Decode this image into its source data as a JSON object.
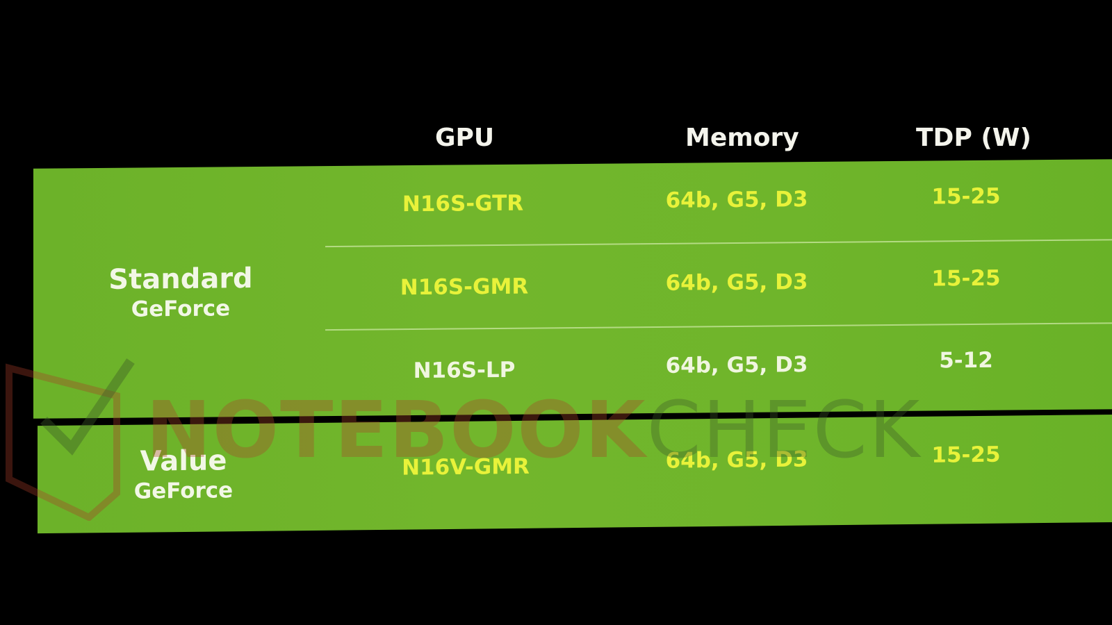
{
  "table": {
    "headers": {
      "gpu": "GPU",
      "memory": "Memory",
      "tdp": "TDP (W)"
    },
    "groups": [
      {
        "title": "Standard",
        "subtitle": "GeForce"
      },
      {
        "title": "Value",
        "subtitle": "GeForce"
      }
    ],
    "rows": [
      {
        "gpu": "N16S-GTR",
        "memory": "64b, G5, D3",
        "tdp": "15-25"
      },
      {
        "gpu": "N16S-GMR",
        "memory": "64b, G5, D3",
        "tdp": "15-25"
      },
      {
        "gpu": "N16S-LP",
        "memory": "64b, G5, D3",
        "tdp": "5-12"
      },
      {
        "gpu": "N16V-GMR",
        "memory": "64b, G5, D3",
        "tdp": "15-25"
      }
    ]
  },
  "watermark": {
    "part1": "NOTEBOOK",
    "part2": "CHECK"
  },
  "colors": {
    "panel": "#6fb52b",
    "value_text": "#e8f23a",
    "label_text": "#f2f7e6"
  }
}
